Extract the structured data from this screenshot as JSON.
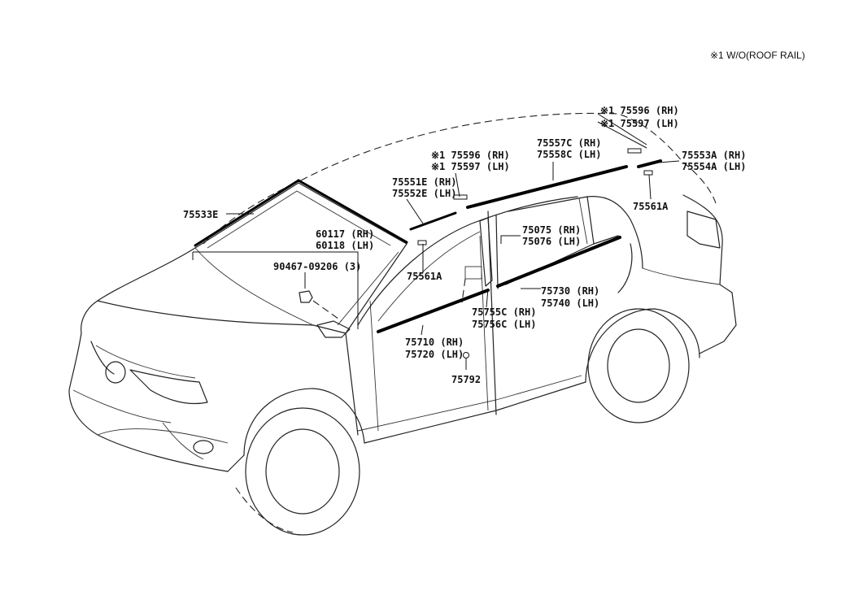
{
  "note": "※1 W/O(ROOF RAIL)",
  "labels": {
    "roof_rh_top": "※1 75596 (RH)",
    "roof_lh_top": "※1 75597 (LH)",
    "roof_rh_mid": "※1 75596 (RH)",
    "roof_lh_mid": "※1 75597 (LH)",
    "m75557c": "75557C (RH)",
    "m75558c": "75558C (LH)",
    "m75553a": "75553A (RH)",
    "m75554a": "75554A (LH)",
    "m75551e": "75551E (RH)",
    "m75552e": "75552E (LH)",
    "m75533e": "75533E",
    "m75561a_right": "75561A",
    "m60117": "60117 (RH)",
    "m60118": "60118 (LH)",
    "m90467": "90467-09206 (3)",
    "m75075": "75075 (RH)",
    "m75076": "75076 (LH)",
    "m75561a_left": "75561A",
    "m75730": "75730 (RH)",
    "m75740": "75740 (LH)",
    "m75755c": "75755C (RH)",
    "m75756c": "75756C (LH)",
    "m75710": "75710 (RH)",
    "m75720": "75720 (LH)",
    "m75792": "75792"
  }
}
